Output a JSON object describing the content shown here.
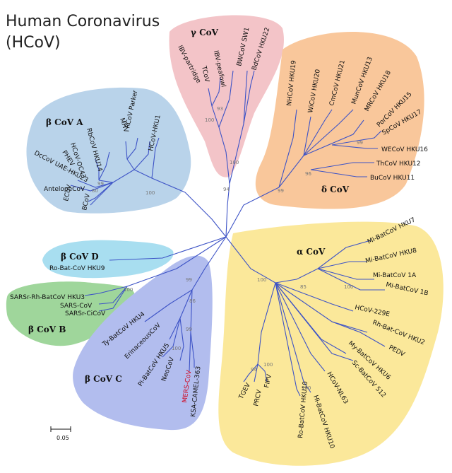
{
  "title": {
    "line1": "Human Coronavirus",
    "line2": "(HCoV)"
  },
  "colors": {
    "gamma": "#f3c4c8",
    "delta": "#f9c79b",
    "betaA": "#b9d3ea",
    "betaD": "#a8def0",
    "betaB": "#9fd69b",
    "betaC": "#b2bdee",
    "alpha": "#fbe89a",
    "branch": "#3d53c6",
    "highlight": "#d0021b"
  },
  "clades": {
    "gamma": "γ CoV",
    "delta": "δ CoV",
    "betaA": "β CoV A",
    "betaD": "β CoV D",
    "betaB": "β CoV B",
    "betaC": "β CoV C",
    "alpha": "α CoV"
  },
  "leaves": {
    "ibv_partridge": "IBV-partridge",
    "tcov": "TCoV",
    "ibv_peafowl": "IBV-peafowl",
    "bwcov": "BWCoV SW1",
    "bdcov": "BdCoV HKU22",
    "nhcov": "NHCoV HKU19",
    "wicov": "WiCoV HKU20",
    "cmcov": "CmCoV HKU21",
    "muncov": "MunCoV HKU13",
    "mrcov": "MRCoV HKU18",
    "porcov": "PorCoV HKU15",
    "spcov": "SpCoV HKU17",
    "wecov": "WECoV HKU16",
    "thcov": "ThCoV HKU12",
    "bucov": "BuCoV HKU11",
    "dccov": "DcCoV UAE-HKU23",
    "phev": "PHEV",
    "hcov_oc43": "HCoV-OC43",
    "rbcov": "RbCoV HKU14",
    "mhv": "MHV",
    "rcov": "RCoV Parker",
    "hcov_hku1": "HCoV-HKU1",
    "antelope": "AntelopeCoV",
    "ecov": "ECoV",
    "bcov": "BCoV",
    "robat9": "Ro-Bat-CoV HKU9",
    "sarsr_rh": "SARSr-Rh-BatCoV HKU3",
    "sars": "SARS-CoV",
    "sarsr_ci": "SARSr-CiCoV",
    "tybat": "Ty-BatCoV HKU4",
    "erinaceous": "ErinaceousCoV",
    "pibat": "Pi-BatCoV HKU5",
    "neocov": "NeoCoV",
    "mers": "MERS-CoV",
    "ksa": "KSA-CAMEL-363",
    "mibat7": "Mi-BatCoV HKU7",
    "mibat8": "Mi-BatCoV HKU8",
    "mibat1a": "Mi-BatCoV 1A",
    "mibat1b": "Mi-BatCoV 1B",
    "hcov229e": "HCoV-229E",
    "rhbat2": "Rh-Bat-CoV HKU2",
    "pedv": "PEDV",
    "mybat6": "My-BatCoV HKU6",
    "scbat512": "Sc-BatCoV 512",
    "hcovnl63": "HCoV-NL63",
    "hibat10": "Hi-BatCoV HKU10",
    "robat10": "Ro-BatCoV HKU10",
    "fipv": "FIPV",
    "prcv": "PRCV",
    "tgev": "TGEV"
  },
  "bootstrap": {
    "g1": "93",
    "g2": "100",
    "g3": "100",
    "g4": "94",
    "d1": "99",
    "d2": "96",
    "d3": "99",
    "a1": "99",
    "a2": "80",
    "a3": "100",
    "b1": "100",
    "c1": "99",
    "c2": "86",
    "c3": "99",
    "c4": "100",
    "al1": "100",
    "al2": "85",
    "al3": "100",
    "al4": "94",
    "al5": "100",
    "al6": "100"
  },
  "scale": {
    "label": "0.05"
  }
}
